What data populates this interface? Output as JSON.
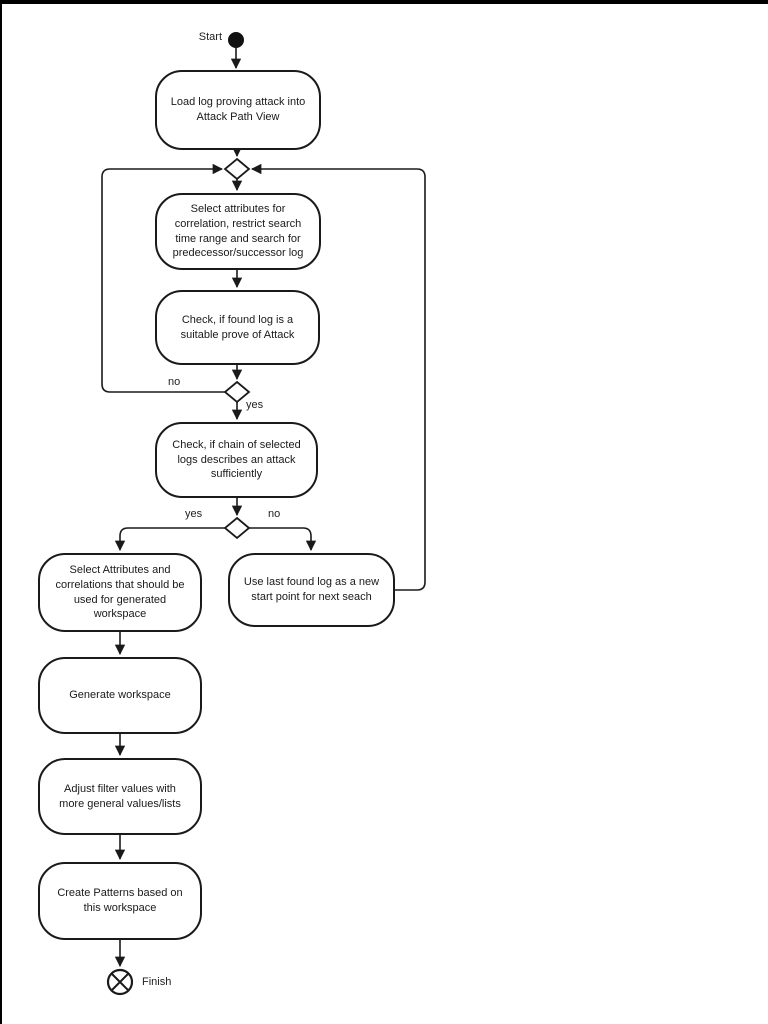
{
  "page": {
    "background": "#ffffff",
    "edge_artifact_color": "#000000"
  },
  "diagram": {
    "type": "uml-activity-flowchart",
    "colors": {
      "stroke": "#1a1a1a",
      "node_fill": "#ffffff",
      "text": "#1a1a1a",
      "start_fill": "#111111"
    },
    "start": {
      "label": "Start"
    },
    "finish": {
      "label": "Finish"
    },
    "nodes": [
      {
        "id": "load-log",
        "label": "Load log proving attack into\nAttack Path View"
      },
      {
        "id": "select-attributes",
        "label": "Select attributes for\ncorrelation, restrict search\ntime range and search for\npredecessor/successor log"
      },
      {
        "id": "check-found-log",
        "label": "Check, if found log is a\nsuitable prove of Attack"
      },
      {
        "id": "check-chain",
        "label": "Check, if chain of selected\nlogs describes an attack\nsufficiently"
      },
      {
        "id": "select-correlations",
        "label": "Select Attributes and\ncorrelations that should be\nused for generated\nworkspace"
      },
      {
        "id": "use-last-log",
        "label": "Use last found log as a new\nstart point for next seach"
      },
      {
        "id": "generate-workspace",
        "label": "Generate workspace"
      },
      {
        "id": "adjust-filter-values",
        "label": "Adjust filter values with\nmore general values/lists"
      },
      {
        "id": "create-patterns",
        "label": "Create Patterns based on\nthis workspace"
      }
    ],
    "edge_labels": {
      "suitable_no": "no",
      "suitable_yes": "yes",
      "sufficient_yes": "yes",
      "sufficient_no": "no"
    }
  }
}
